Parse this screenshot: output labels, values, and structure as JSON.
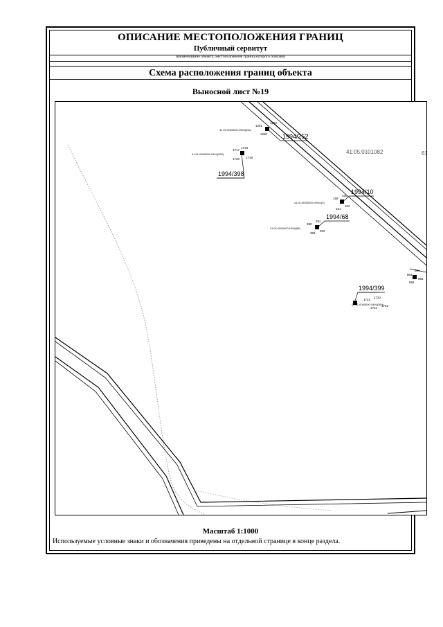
{
  "header": {
    "title": "ОПИСАНИЕ МЕСТОПОЛОЖЕНИЯ ГРАНИЦ",
    "subtitle": "Публичный сервитут",
    "caption": "(наименование объекта, местоположение границ которого описано)"
  },
  "section_title": "Схема расположения границ объекта",
  "sheet_title": "Выносной лист №19",
  "map": {
    "cadastral_block": "41:05:0101082",
    "edge_label": "61",
    "parcels": [
      {
        "label": "1994/252",
        "kn": "41:01:0000000:1994(252)",
        "points": [
          "1291",
          "1292",
          "1290"
        ]
      },
      {
        "label": "1994/398",
        "kn": "41:01:0000000:1994(398)",
        "points": [
          "1717",
          "1718",
          "1719",
          "1720"
        ]
      },
      {
        "label": "1994/10",
        "kn": "41:01:0000000:1994(10)",
        "points": [
          "159",
          "160",
          "161",
          "162"
        ]
      },
      {
        "label": "1994/68",
        "kn": "41:01:0000000:1994(68)",
        "points": [
          "390",
          "391",
          "392",
          "393"
        ]
      },
      {
        "label": "1994/399",
        "kn": "41:01:0000000:1994(399)",
        "points": [
          "1721",
          "1722",
          "1723",
          "1724"
        ]
      },
      {
        "label": "",
        "kn": "",
        "points": [
          "863",
          "864",
          "865",
          "866"
        ]
      }
    ]
  },
  "footer": {
    "scale": "Масштаб 1:1000",
    "legend_note": "Используемые условные знаки и обозначения приведены на отдельной странице в конце раздела."
  }
}
